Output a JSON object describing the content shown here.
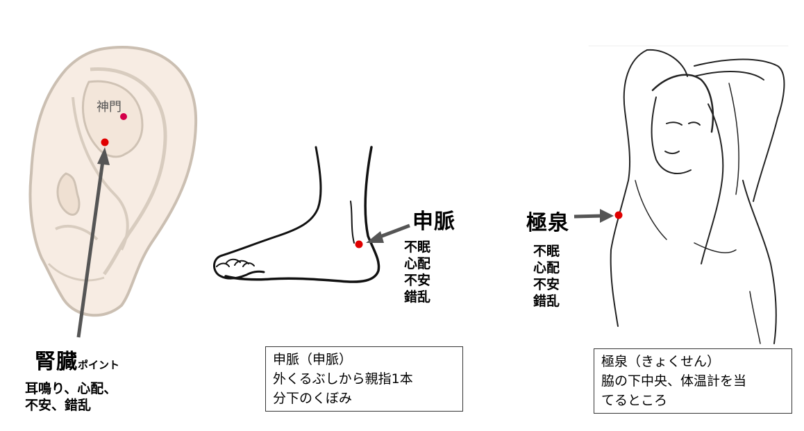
{
  "ear": {
    "shinmon_label": "神門",
    "point_main": "腎臓",
    "point_suffix": "ポイント",
    "effects_line1": "耳鳴り、心配、",
    "effects_line2": "不安、錯乱"
  },
  "foot": {
    "point_name": "申脈",
    "effects": [
      "不眠",
      "心配",
      "不安",
      "錯乱"
    ],
    "desc_lines": [
      "申脈（申脈）",
      "外くるぶしから親指1本",
      "分下のくぼみ"
    ]
  },
  "armpit": {
    "point_name": "極泉",
    "effects": [
      "不眠",
      "心配",
      "不安",
      "錯乱"
    ],
    "desc_lines": [
      "極泉（きょくせん）",
      "脇の下中央、体温計を当",
      "てるところ"
    ]
  },
  "colors": {
    "point_red": "#e00000",
    "shinmon_dot": "#d4004a",
    "arrow_gray": "#555555",
    "ear_fill": "#f7ece3",
    "ear_stroke": "#cbbfb2"
  }
}
